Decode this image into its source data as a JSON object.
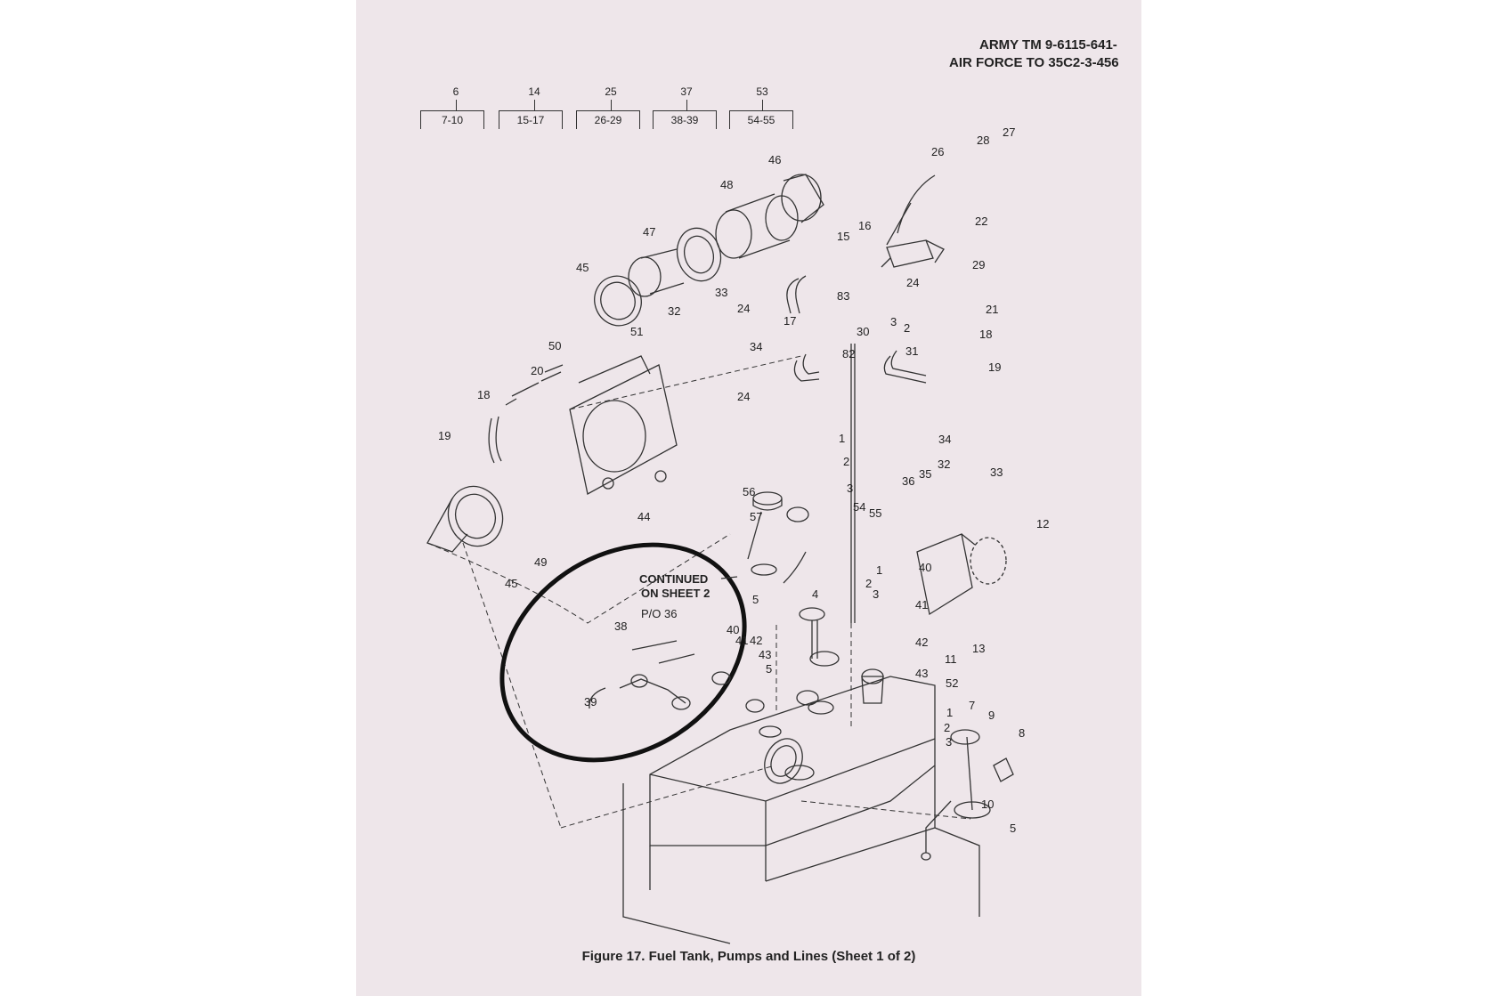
{
  "header": {
    "line1": "ARMY TM 9-6115-641-",
    "line2": "AIR FORCE TO 35C2-3-456"
  },
  "ref_index": [
    {
      "item": "6",
      "range": "7-10"
    },
    {
      "item": "14",
      "range": "15-17"
    },
    {
      "item": "25",
      "range": "26-29"
    },
    {
      "item": "37",
      "range": "38-39"
    },
    {
      "item": "53",
      "range": "54-55"
    }
  ],
  "callouts": {
    "c46": "46",
    "c48": "48",
    "c47": "47",
    "c45a": "45",
    "c33a": "33",
    "c32a": "32",
    "c24a": "24",
    "c51": "51",
    "c34a": "34",
    "c50": "50",
    "c20": "20",
    "c24b": "24",
    "c18a": "18",
    "c19a": "19",
    "c44": "44",
    "c49": "49",
    "c45b": "45",
    "c26": "26",
    "c28": "28",
    "c27": "27",
    "c22": "22",
    "c15": "15",
    "c16": "16",
    "c29": "29",
    "c24c": "24",
    "c83": "83",
    "c3a": "3",
    "c2a": "2",
    "c21": "21",
    "c17": "17",
    "c30": "30",
    "c18b": "18",
    "c82": "82",
    "c31": "31",
    "c19b": "19",
    "c1a": "1",
    "c2b": "2",
    "c3b": "3",
    "c56": "56",
    "c57": "57",
    "c54": "54",
    "c55": "55",
    "c34b": "34",
    "c36": "36",
    "c35": "35",
    "c32b": "32",
    "c33b": "33",
    "c40a": "40",
    "c12": "12",
    "c5a": "5",
    "c4": "4",
    "c1b": "1",
    "c2c": "2",
    "c3c": "3",
    "c41a": "41",
    "c42a": "42",
    "c43a": "43",
    "c52": "52",
    "c11": "11",
    "c13": "13",
    "c38": "38",
    "c36b": "P/O 36",
    "c40b": "40",
    "c41b": "41",
    "c42b": "42",
    "c43b": "43",
    "c39": "39",
    "c5b": "5",
    "c7": "7",
    "c9": "9",
    "c1c": "1",
    "c2d": "2",
    "c3d": "3",
    "c8": "8",
    "c10": "10",
    "c5c": "5"
  },
  "continued_line1": "CONTINUED",
  "continued_line2": "ON SHEET 2",
  "caption": "Figure 17.  Fuel Tank, Pumps and Lines (Sheet 1 of 2)"
}
